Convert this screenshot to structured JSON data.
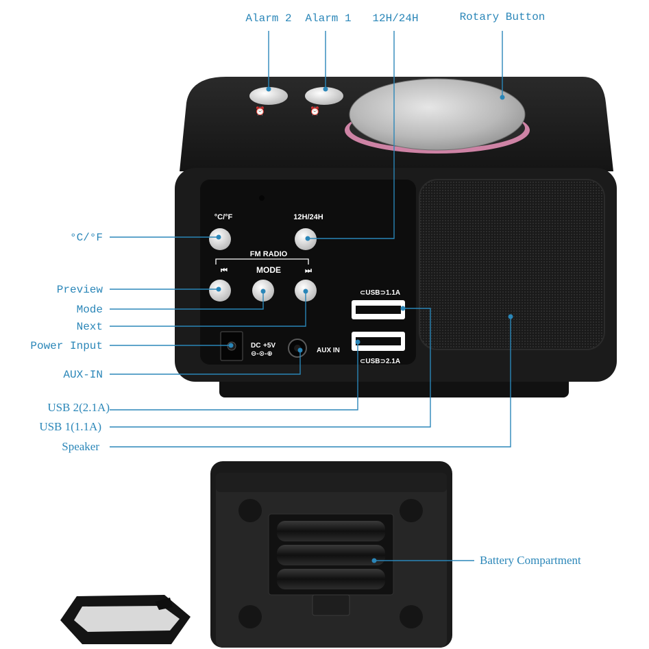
{
  "callouts": {
    "alarm2": "Alarm 2",
    "alarm1": "Alarm 1",
    "h1224": "12H/24H",
    "rotary": "Rotary Button",
    "cf": "°C/°F",
    "preview": "Preview",
    "mode": "Mode",
    "next": "Next",
    "power": "Power Input",
    "auxin": "AUX-IN",
    "usb2": "USB 2(2.1A)",
    "usb1": "USB 1(1.1A)",
    "speaker": "Speaker",
    "battery": "Battery Compartment"
  },
  "panel": {
    "cf": "°C/°F",
    "h1224": "12H/24H",
    "fm_radio": "FM RADIO",
    "mode": "MODE",
    "usb1": "1.1A",
    "usb2": "2.1A",
    "dc": "DC",
    "volt": "+5V",
    "aux_in": "AUX IN"
  },
  "colors": {
    "callout": "#2a86b8",
    "body": "#1b1b1b",
    "ring": "#e28fb5"
  }
}
